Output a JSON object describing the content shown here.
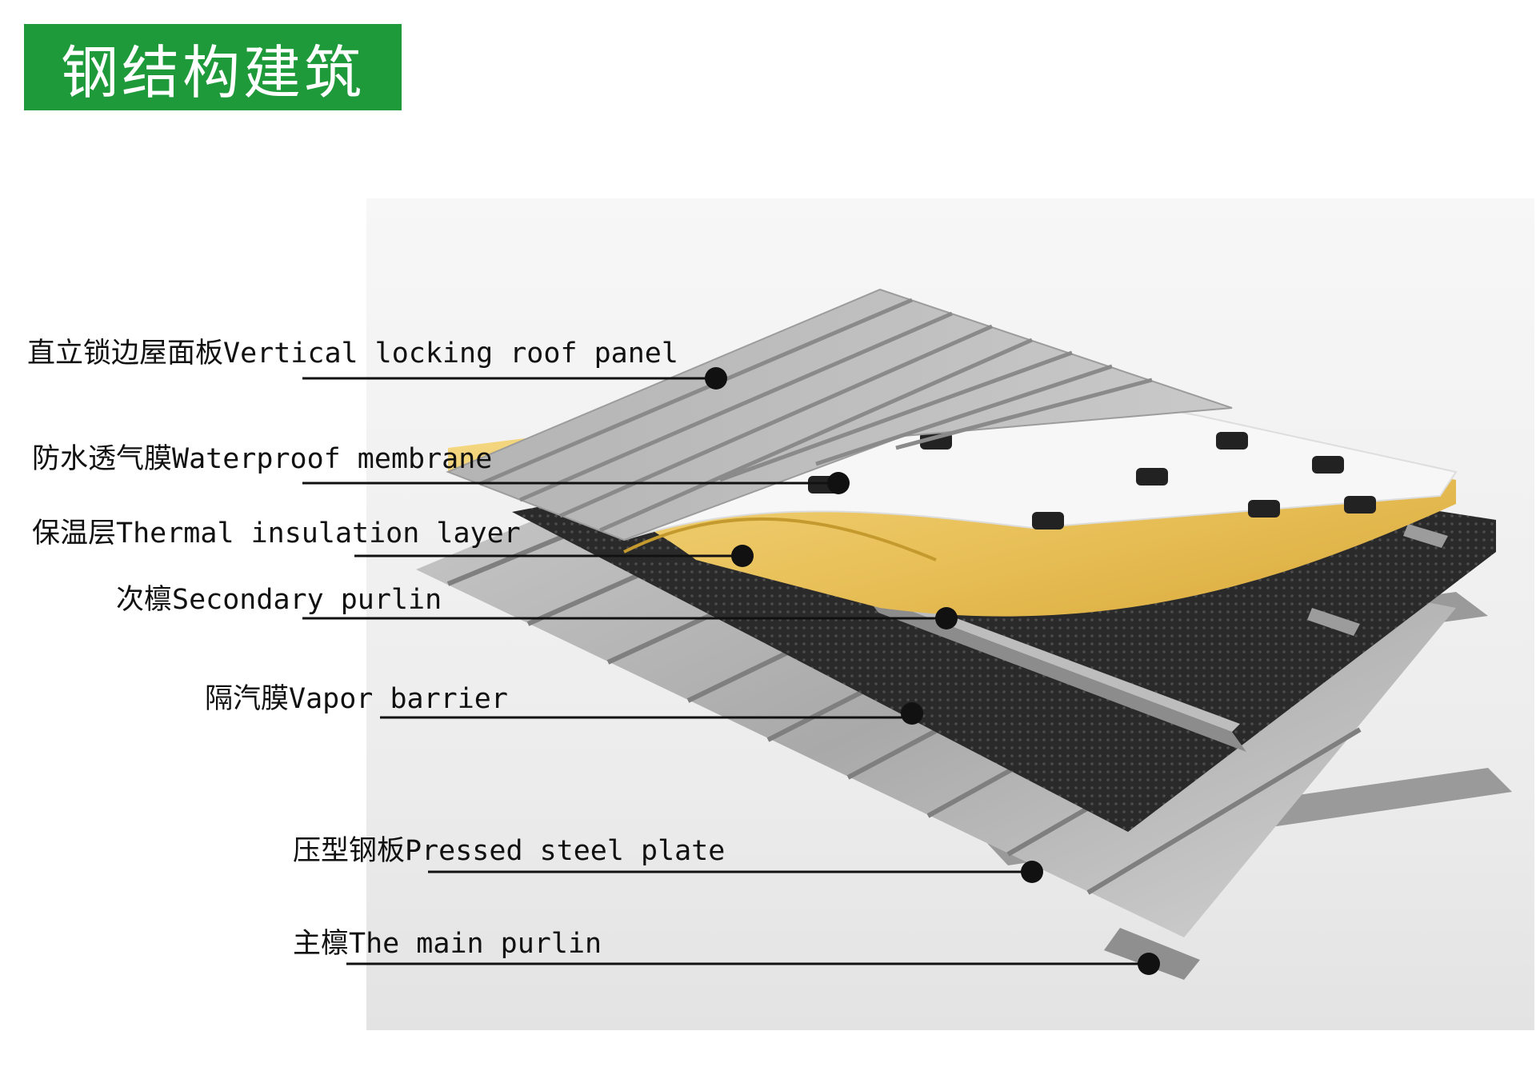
{
  "title": "钢结构建筑",
  "colors": {
    "title_bg": "#1f9a3a",
    "title_text": "#ffffff"
  },
  "labels": [
    {
      "zh": "直立锁边屋面板",
      "en": "Vertical locking roof panel"
    },
    {
      "zh": "防水透气膜",
      "en": "Waterproof membrane"
    },
    {
      "zh": "保温层",
      "en": "Thermal insulation layer"
    },
    {
      "zh": "次檩",
      "en": "Secondary purlin"
    },
    {
      "zh": "隔汽膜",
      "en": "Vapor barrier"
    },
    {
      "zh": "压型钢板",
      "en": "Pressed steel plate"
    },
    {
      "zh": "主檩",
      "en": "The main purlin"
    }
  ]
}
